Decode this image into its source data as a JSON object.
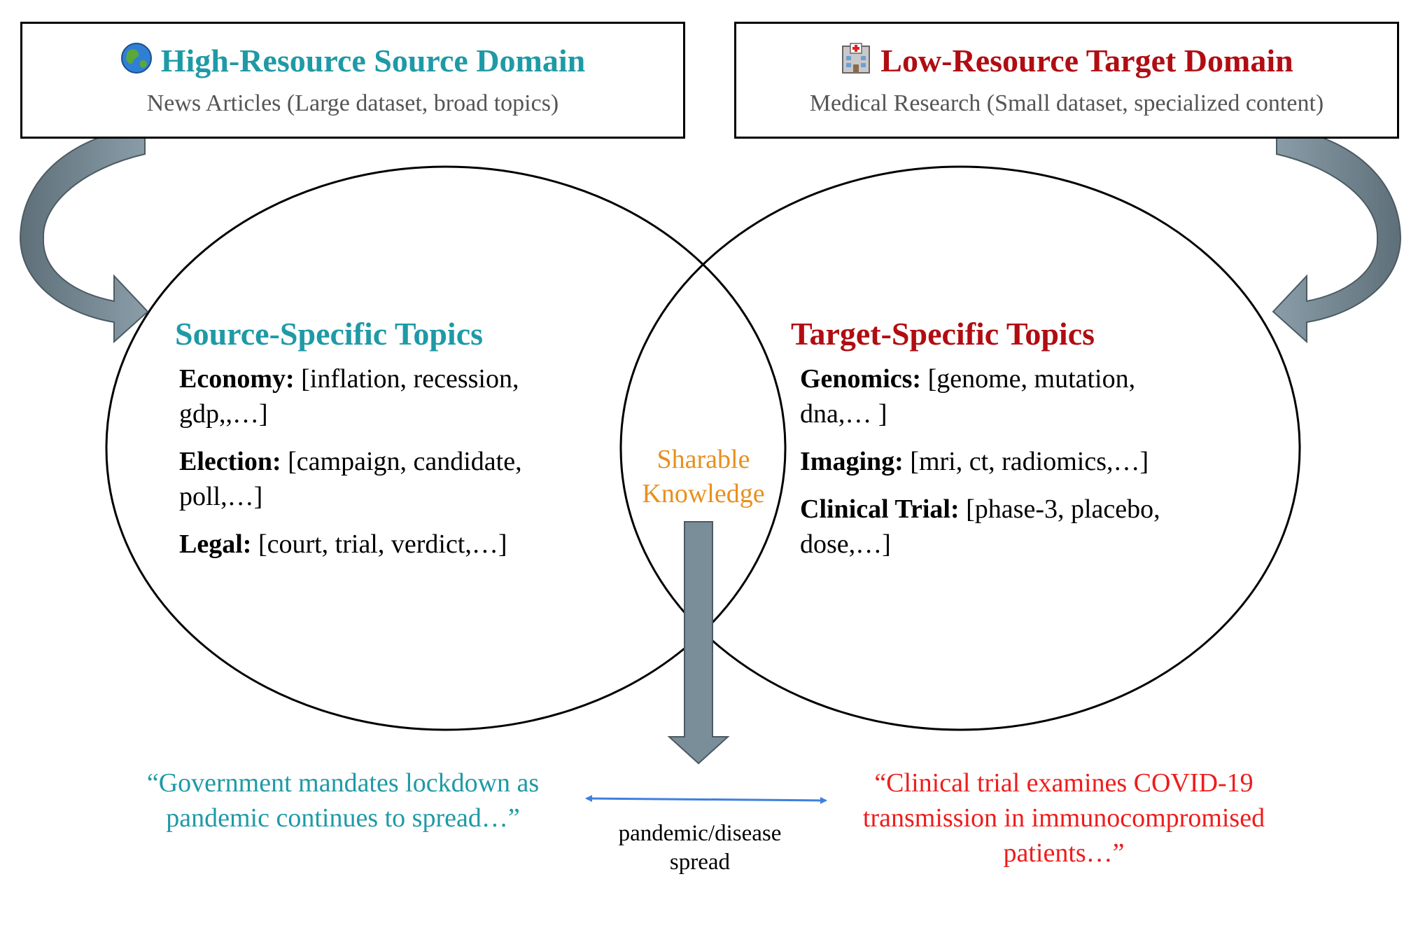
{
  "source_domain": {
    "title": "High-Resource Source Domain",
    "subtitle": "News Articles (Large dataset, broad topics)",
    "icon": "globe-icon"
  },
  "target_domain": {
    "title": "Low-Resource Target Domain",
    "subtitle": "Medical Research (Small dataset, specialized content)",
    "icon": "hospital-icon"
  },
  "source_topics": {
    "heading": "Source-Specific Topics",
    "items": [
      {
        "label": "Economy:",
        "words": "[inflation, recession, gdp,,…]"
      },
      {
        "label": "Election:",
        "words": "[campaign, candidate, poll,…]"
      },
      {
        "label": "Legal:",
        "words": "[court, trial, verdict,…]"
      }
    ]
  },
  "target_topics": {
    "heading": "Target-Specific Topics",
    "items": [
      {
        "label": "Genomics:",
        "words": "[genome, mutation, dna,… ]"
      },
      {
        "label": "Imaging:",
        "words": "[mri, ct, radiomics,…]"
      },
      {
        "label": "Clinical Trial:",
        "words": "[phase-3, placebo, dose,…]"
      }
    ]
  },
  "shared": {
    "label": "Sharable Knowledge"
  },
  "examples": {
    "source_quote": "“Government mandates lockdown as pandemic continues to spread…”",
    "target_quote": "“Clinical trial examines COVID-19 transmission in immunocompromised patients…”",
    "link_label": "pandemic/disease spread"
  },
  "colors": {
    "source": "#1e9aa6",
    "target": "#b00d12",
    "target_quote": "#ef1c1c",
    "shared": "#e8901c",
    "arrow_fill": "#7a8e99",
    "link_arrow": "#3f7fe0"
  }
}
